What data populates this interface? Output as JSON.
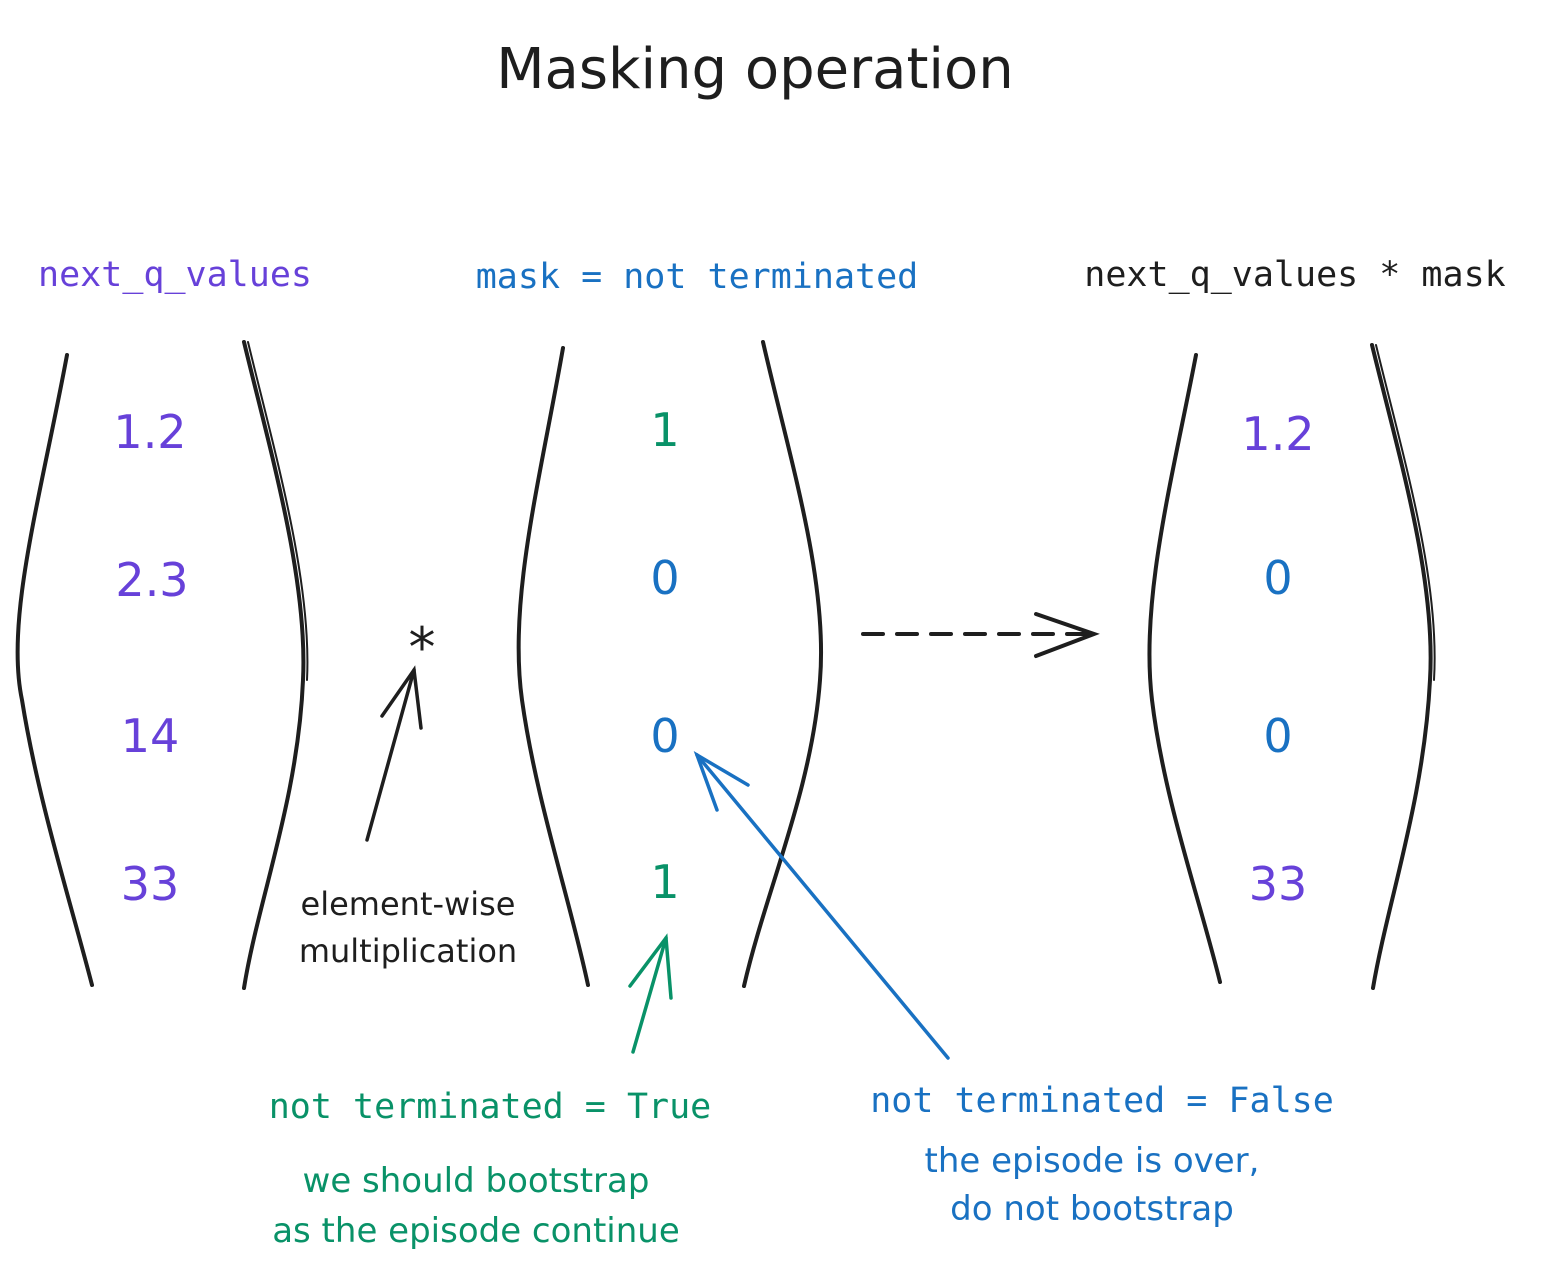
{
  "title": "Masking operation",
  "colors": {
    "purple": "#6741d9",
    "blue": "#1971c2",
    "green": "#099268",
    "black": "#1e1e1e"
  },
  "vectors": {
    "next_q_values": {
      "label": "next_q_values",
      "values": [
        "1.2",
        "2.3",
        "14",
        "33"
      ]
    },
    "mask": {
      "label": "mask = not terminated",
      "values": [
        "1",
        "0",
        "0",
        "1"
      ]
    },
    "result": {
      "label": "next_q_values * mask",
      "values": [
        "1.2",
        "0",
        "0",
        "33"
      ]
    }
  },
  "operator": "*",
  "operator_note": {
    "line1": "element-wise",
    "line2": "multiplication"
  },
  "true_case": {
    "label": "not terminated = True",
    "note1": "we should bootstrap",
    "note2": "as the episode continue"
  },
  "false_case": {
    "label": "not terminated = False",
    "note1": "the episode is over,",
    "note2": "do not bootstrap"
  }
}
